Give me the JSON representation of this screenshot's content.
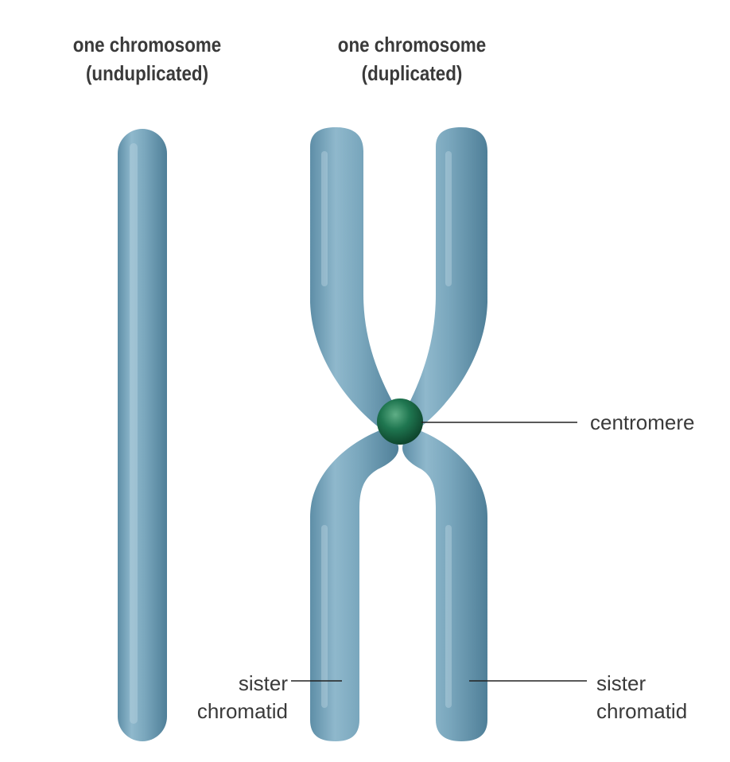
{
  "titles": {
    "left": {
      "line1": "one chromosome",
      "line2": "(unduplicated)"
    },
    "right": {
      "line1": "one chromosome",
      "line2": "(duplicated)"
    }
  },
  "labels": {
    "centromere": "centromere",
    "sister_left": {
      "line1": "sister",
      "line2": "chromatid"
    },
    "sister_right": {
      "line1": "sister",
      "line2": "chromatid"
    }
  },
  "colors": {
    "chromosome": "#7aa7bd",
    "chromosome_shadow": "#4f7f98",
    "chromosome_highlight": "#b7d3e0",
    "centromere": "#1d6b4a",
    "leader_line": "#222222",
    "text": "#3a3a3a"
  }
}
